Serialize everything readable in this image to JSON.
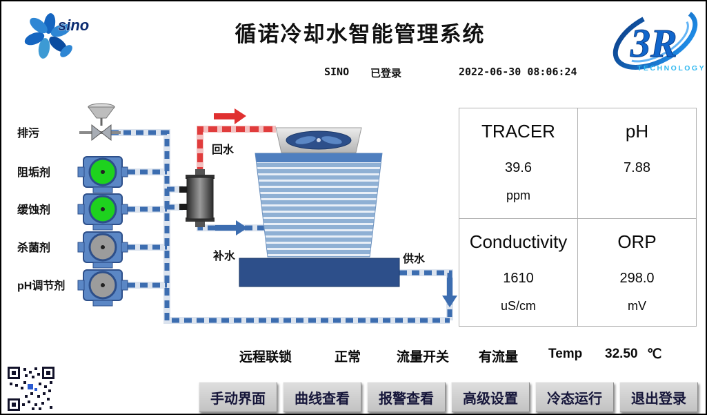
{
  "header": {
    "title": "循诺冷却水智能管理系统",
    "user": "SINO",
    "login_status": "已登录",
    "datetime": "2022-06-30 08:06:24",
    "logo_left_text": "sino",
    "logo_right_text": "3R",
    "logo_right_subtext": "TECHNOLOGY"
  },
  "diagram": {
    "drain_label": "排污",
    "chemicals": [
      {
        "label": "阻垢剂",
        "pump_color": "#1ed21e"
      },
      {
        "label": "缓蚀剂",
        "pump_color": "#1ed21e"
      },
      {
        "label": "杀菌剂",
        "pump_color": "#9c9c9c"
      },
      {
        "label": "pH调节剂",
        "pump_color": "#9c9c9c"
      }
    ],
    "labels": {
      "return_water": "回水",
      "makeup_water": "补水",
      "supply_water": "供水"
    }
  },
  "readings": [
    {
      "name": "TRACER",
      "value": "39.6",
      "unit": "ppm"
    },
    {
      "name": "pH",
      "value": "7.88",
      "unit": ""
    },
    {
      "name": "Conductivity",
      "value": "1610",
      "unit": "uS/cm"
    },
    {
      "name": "ORP",
      "value": "298.0",
      "unit": "mV"
    }
  ],
  "status": {
    "interlock_label": "远程联锁",
    "interlock_value": "正常",
    "flow_label": "流量开关",
    "flow_value": "有流量",
    "temp_label": "Temp",
    "temp_value": "32.50",
    "temp_unit": "℃"
  },
  "buttons": [
    {
      "label": "手动界面"
    },
    {
      "label": "曲线查看"
    },
    {
      "label": "报警查看"
    },
    {
      "label": "高级设置"
    },
    {
      "label": "冷态运行"
    },
    {
      "label": "退出登录"
    }
  ],
  "colors": {
    "pipe_blue": "#3c6db0",
    "pipe_red": "#e03c3c",
    "tower_body": "#8fb0d4",
    "basin_blue": "#2d4f8a",
    "pump_running": "#1ed21e",
    "pump_stopped": "#9c9c9c"
  }
}
